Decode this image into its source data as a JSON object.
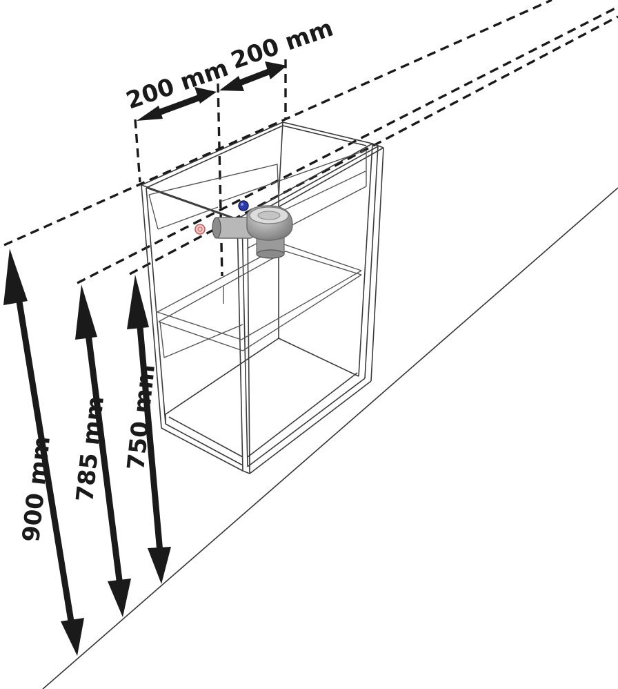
{
  "dimensions": {
    "horizontal_left": "200 mm",
    "horizontal_right": "200 mm",
    "height_total": "900 mm",
    "height_cold_supply": "785 mm",
    "height_hot_supply": "750 mm"
  },
  "colors": {
    "line": "#1a1a1a",
    "cold_water": "#2a3aa8",
    "hot_water": "#d98080",
    "siphon": "#8a8a8a"
  }
}
